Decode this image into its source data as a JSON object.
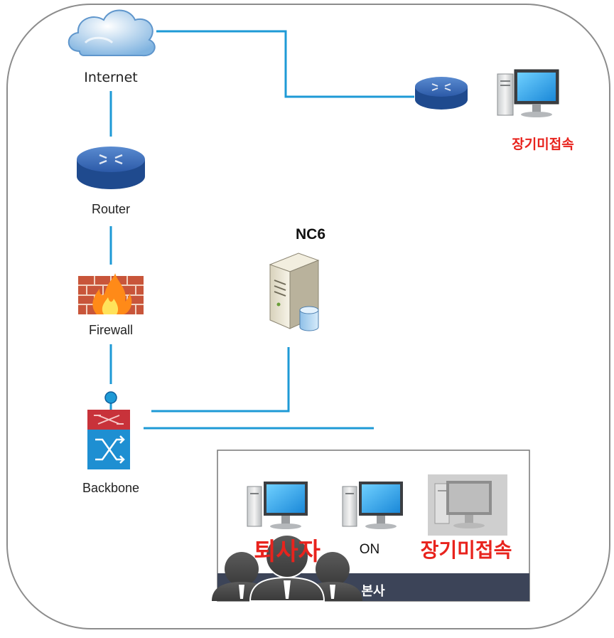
{
  "nodes": {
    "internet": "Internet",
    "router": "Router",
    "firewall": "Firewall",
    "backbone": "Backbone",
    "server": "NC6",
    "remote_pc": "장기미접속"
  },
  "office": {
    "title": "본사",
    "pc_retired_label": "퇴사자",
    "pc_on_label": "ON",
    "pc_inactive_label": "장기미접속"
  },
  "colors": {
    "link": "#1e9ad6",
    "alert_text": "#e8231d",
    "office_bar": "#3c4458",
    "frame_border": "#8c8c8c"
  }
}
